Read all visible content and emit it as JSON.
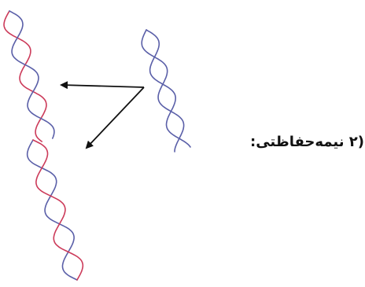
{
  "label": "(۲ نیمه‌حفاظتی:",
  "colors": {
    "parent_strand": "#5a5fa8",
    "new_strand": "#cc3b5a",
    "arrow": "#111111"
  },
  "helices": [
    {
      "name": "parent-helix",
      "strands": [
        "parent",
        "parent"
      ]
    },
    {
      "name": "daughter-helix-top",
      "strands": [
        "new",
        "parent"
      ]
    },
    {
      "name": "daughter-helix-bottom",
      "strands": [
        "parent",
        "new"
      ]
    }
  ]
}
